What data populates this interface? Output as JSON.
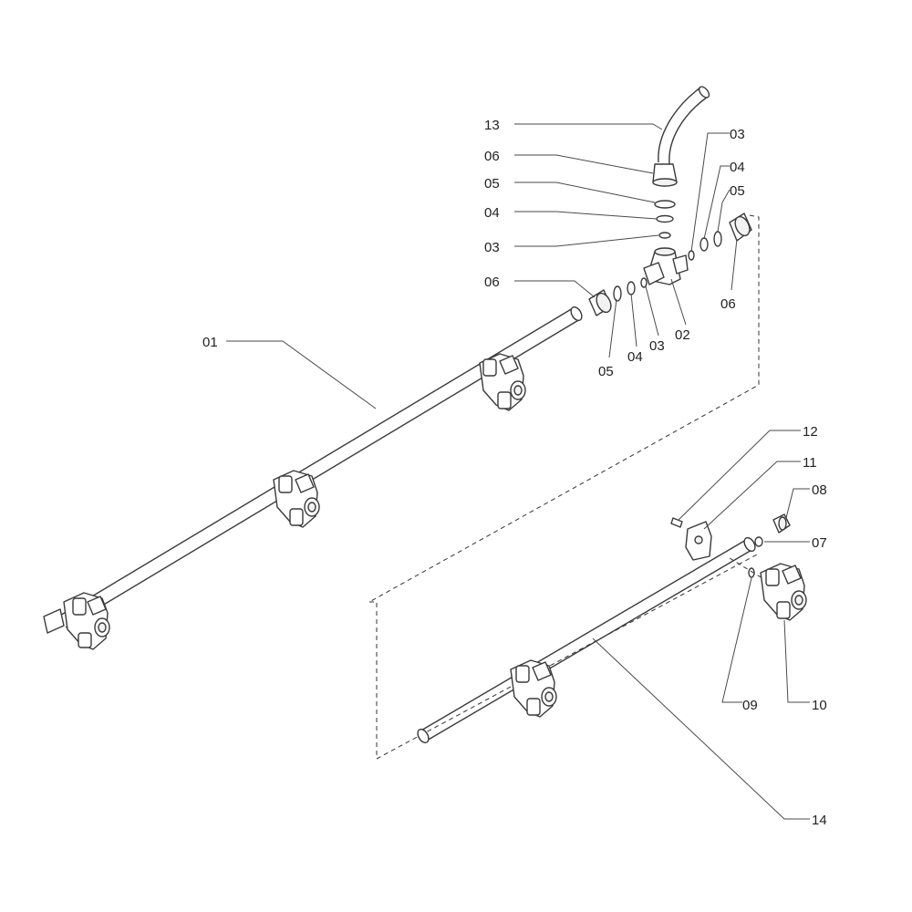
{
  "callouts": {
    "c13": "13",
    "c06a": "06",
    "c05a": "05",
    "c04a": "04",
    "c03a": "03",
    "c06b": "06",
    "c03r": "03",
    "c04r": "04",
    "c05r": "05",
    "c06r": "06",
    "c02": "02",
    "c03b": "03",
    "c04b": "04",
    "c05b": "05",
    "c01": "01",
    "c12": "12",
    "c11": "11",
    "c08": "08",
    "c07": "07",
    "c09": "09",
    "c10": "10",
    "c14": "14"
  }
}
